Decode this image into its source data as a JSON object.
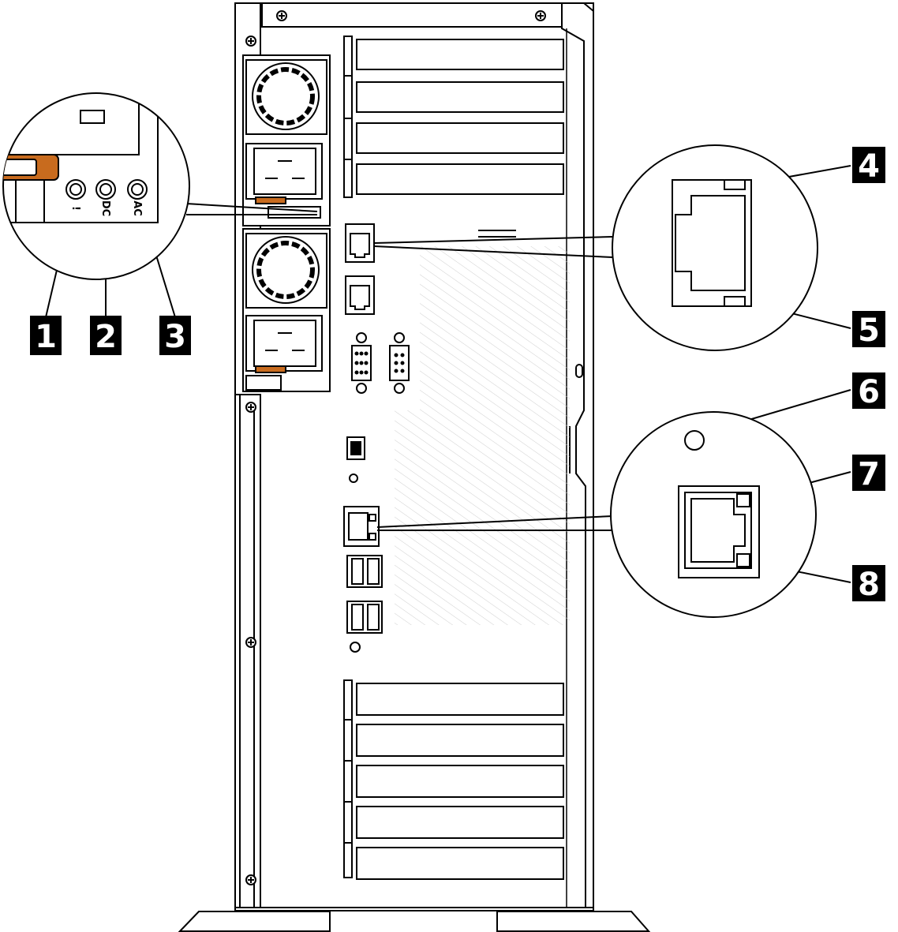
{
  "figure": {
    "callouts": [
      {
        "id": "callout-1",
        "label": "1"
      },
      {
        "id": "callout-2",
        "label": "2"
      },
      {
        "id": "callout-3",
        "label": "3"
      },
      {
        "id": "callout-4",
        "label": "4"
      },
      {
        "id": "callout-5",
        "label": "5"
      },
      {
        "id": "callout-6",
        "label": "6"
      },
      {
        "id": "callout-7",
        "label": "7"
      },
      {
        "id": "callout-8",
        "label": "8"
      }
    ],
    "psu_led_labels": {
      "led1": "!",
      "led2": "DC",
      "led3": "AC"
    }
  },
  "colors": {
    "line": "#000000",
    "latch": "#c86b1e",
    "badge": "#000000",
    "background": "#ffffff"
  }
}
